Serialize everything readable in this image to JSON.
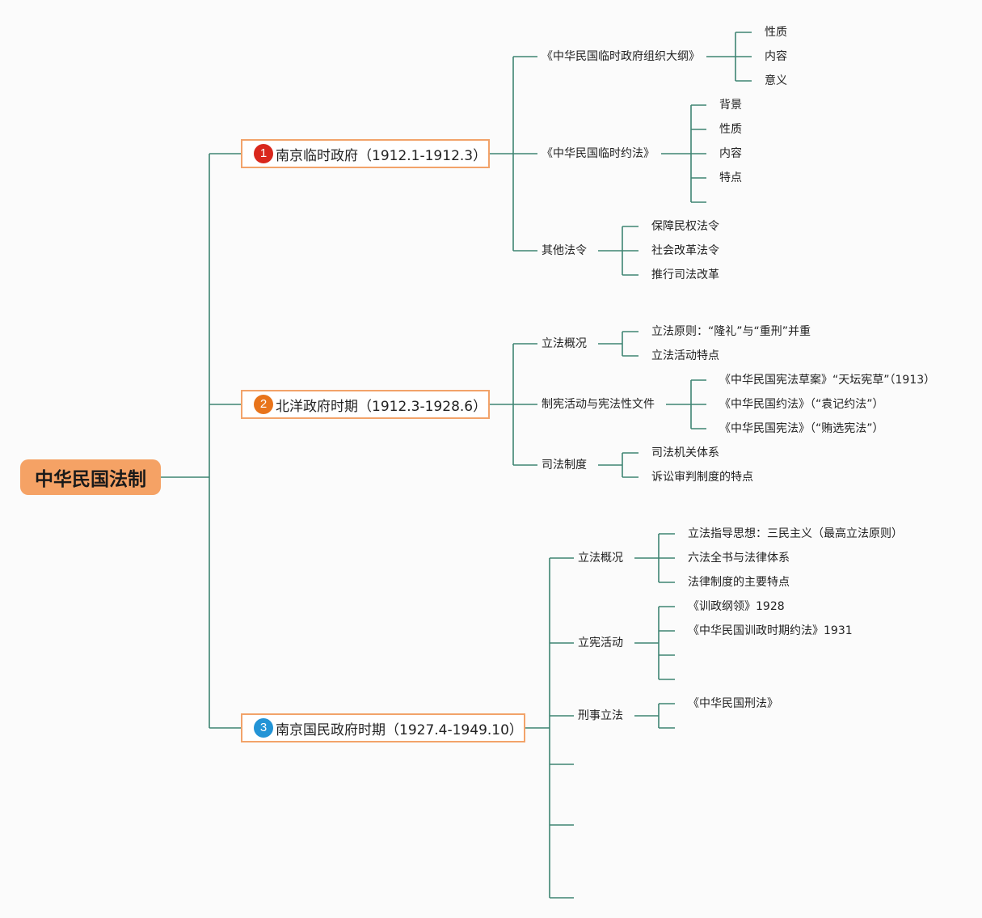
{
  "root": {
    "label": "中华民国法制"
  },
  "colors": {
    "line": "#3e8472",
    "root_fill": "#f5a265",
    "branch_border": "#f2a36a"
  },
  "branches": [
    {
      "num": "1",
      "badge_color": "#d9271c",
      "label": "南京临时政府（1912.1-1912.3）",
      "children": [
        {
          "label": "《中华民国临时政府组织大纲》",
          "children": [
            "性质",
            "内容",
            "意义"
          ]
        },
        {
          "label": "《中华民国临时约法》",
          "children": [
            "背景",
            "性质",
            "内容",
            "特点",
            ""
          ]
        },
        {
          "label": "其他法令",
          "children": [
            "保障民权法令",
            "社会改革法令",
            "推行司法改革"
          ]
        }
      ]
    },
    {
      "num": "2",
      "badge_color": "#e8741b",
      "label": "北洋政府时期（1912.3-1928.6）",
      "children": [
        {
          "label": "立法概况",
          "children": [
            "立法原则：“隆礼”与“重刑”并重",
            "立法活动特点"
          ]
        },
        {
          "label": "制宪活动与宪法性文件",
          "children": [
            "《中华民国宪法草案》“天坛宪草”（1913）",
            "《中华民国约法》（“袁记约法”）",
            "《中华民国宪法》（“贿选宪法”）"
          ]
        },
        {
          "label": "司法制度",
          "children": [
            "司法机关体系",
            "诉讼审判制度的特点"
          ]
        }
      ]
    },
    {
      "num": "3",
      "badge_color": "#2394d6",
      "label": "南京国民政府时期（1927.4-1949.10）",
      "children": [
        {
          "label": "立法概况",
          "children": [
            "立法指导思想：三民主义（最高立法原则）",
            "六法全书与法律体系",
            "法律制度的主要特点"
          ]
        },
        {
          "label": "立宪活动",
          "children": [
            "《训政纲领》1928",
            "《中华民国训政时期约法》1931",
            "",
            ""
          ]
        },
        {
          "label": "刑事立法",
          "children": [
            "《中华民国刑法》",
            ""
          ]
        },
        {
          "label": "",
          "children": []
        },
        {
          "label": "",
          "children": []
        },
        {
          "label": "",
          "children": []
        }
      ]
    }
  ]
}
